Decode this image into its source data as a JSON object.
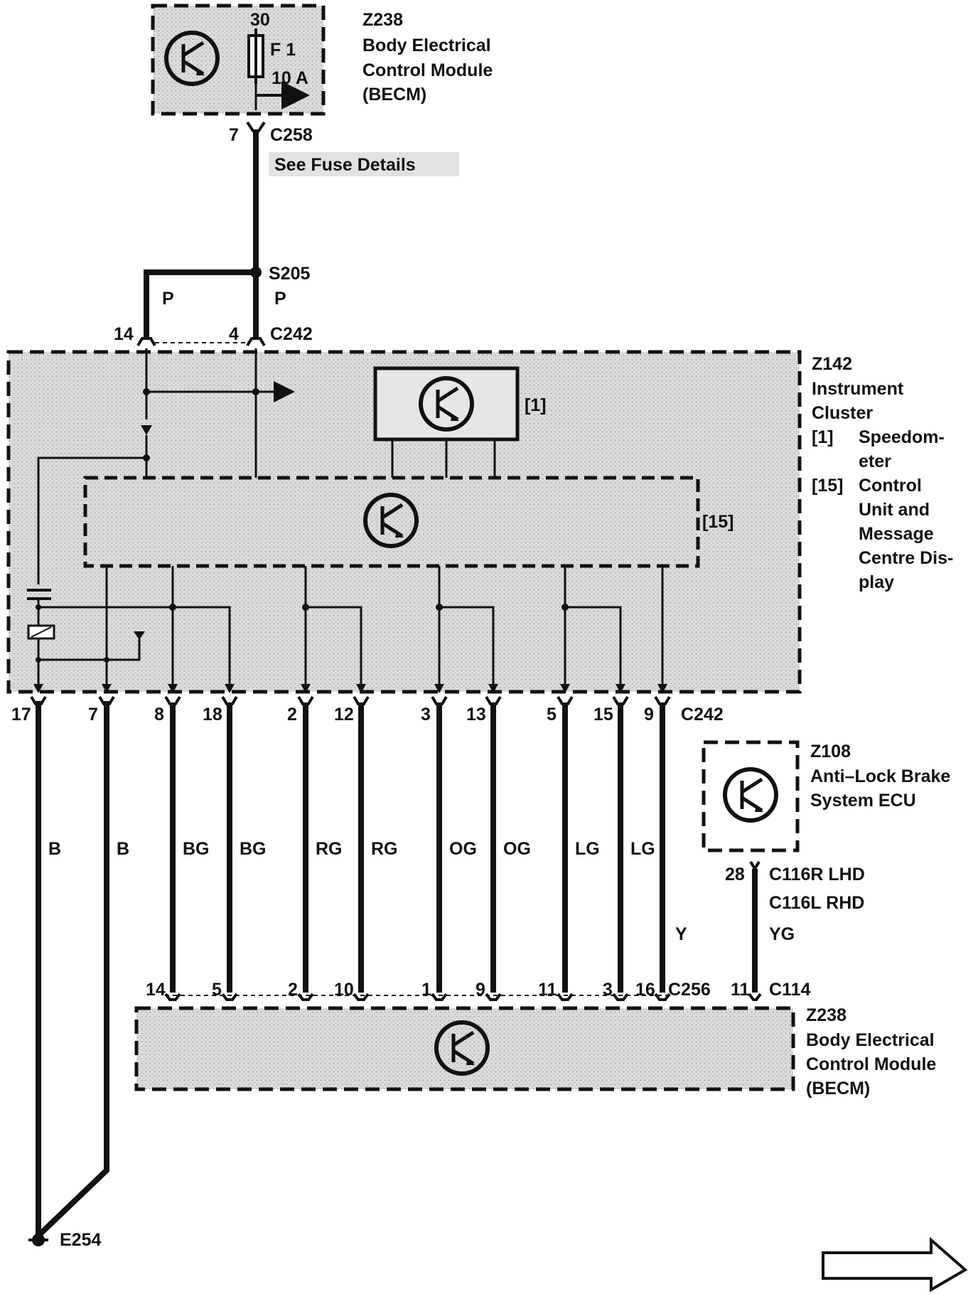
{
  "top_module": {
    "id": "Z238",
    "line1": "Body Electrical",
    "line2": "Control Module",
    "line3": "(BECM)",
    "fuse_pin": "30",
    "fuse_name": "F 1",
    "fuse_rating": "10 A"
  },
  "c258": {
    "pin": "7",
    "name": "C258"
  },
  "fuse_note": "See Fuse Details",
  "splice": {
    "name": "S205"
  },
  "wire_colors": {
    "p_left": "P",
    "p_right": "P"
  },
  "c242_top": {
    "pin_left": "14",
    "pin_right": "4",
    "name": "C242"
  },
  "cluster": {
    "id": "Z142",
    "line1": "Instrument",
    "line2": "Cluster",
    "ref1": "[1]",
    "ref1_text_a": "Speedom-",
    "ref1_text_b": "eter",
    "ref15": "[15]",
    "ref15_text_a": "Control",
    "ref15_text_b": "Unit and",
    "ref15_text_c": "Message",
    "ref15_text_d": "Centre Dis-",
    "ref15_text_e": "play",
    "tag1": "[1]",
    "tag15": "[15]"
  },
  "c242_bottom": {
    "name": "C242",
    "pins": [
      "17",
      "7",
      "8",
      "18",
      "2",
      "12",
      "3",
      "13",
      "5",
      "15",
      "9"
    ]
  },
  "wires": [
    "B",
    "B",
    "BG",
    "BG",
    "RG",
    "RG",
    "OG",
    "OG",
    "LG",
    "LG",
    "Y"
  ],
  "abs": {
    "id": "Z108",
    "line1": "Anti–Lock Brake",
    "line2": "System ECU",
    "pin": "28",
    "conn1": "C116R LHD",
    "conn2": "C116L  RHD",
    "wire": "YG",
    "c114_pin": "11",
    "c114": "C114"
  },
  "c256": {
    "name": "C256",
    "pins": [
      "14",
      "5",
      "2",
      "10",
      "1",
      "9",
      "11",
      "3",
      "16"
    ]
  },
  "bottom_module": {
    "id": "Z238",
    "line1": "Body Electrical",
    "line2": "Control Module",
    "line3": "(BECM)"
  },
  "ground": {
    "name": "E254"
  }
}
